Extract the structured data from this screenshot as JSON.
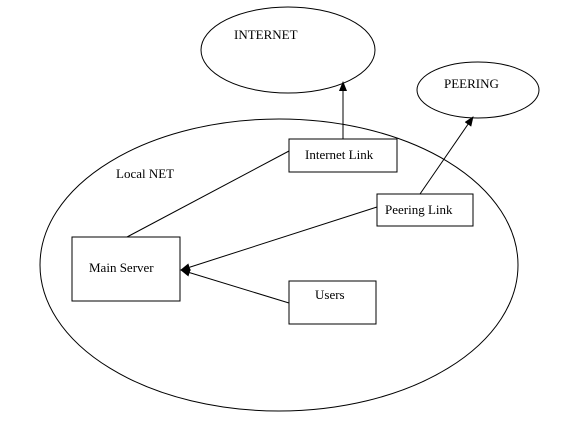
{
  "diagram": {
    "internet_cloud": "INTERNET",
    "peering_cloud": "PEERING",
    "local_net": "Local NET",
    "internet_link": "Internet Link",
    "peering_link": "Peering Link",
    "main_server": "Main Server",
    "users": "Users"
  },
  "colors": {
    "stroke": "#000000",
    "background": "#ffffff"
  }
}
